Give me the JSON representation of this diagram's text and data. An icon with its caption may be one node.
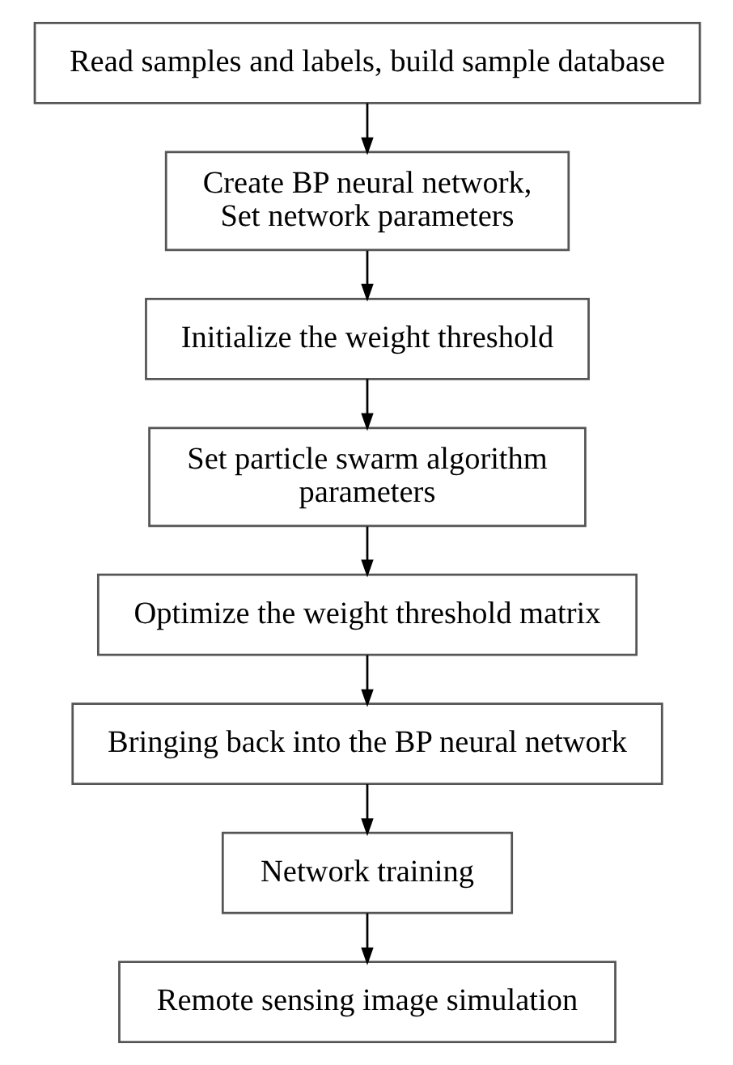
{
  "diagram": {
    "nodes": [
      {
        "text": [
          "Read samples and labels, build sample database"
        ]
      },
      {
        "text": [
          "Create BP neural network, Set network parameters"
        ]
      },
      {
        "text": [
          "Initialize the weight threshold"
        ]
      },
      {
        "text": [
          "Set particle swarm algorithm parameters"
        ]
      },
      {
        "text": [
          "Optimize the weight threshold matrix"
        ]
      },
      {
        "text": [
          "Bringing back into the BP neural network"
        ]
      },
      {
        "text": [
          "Network training"
        ]
      },
      {
        "text": [
          "Remote sensing image simulation"
        ]
      }
    ],
    "edges": [
      {
        "from": 0,
        "to": 1,
        "arrow": "to"
      },
      {
        "from": 1,
        "to": 2,
        "arrow": "to"
      },
      {
        "from": 2,
        "to": 3,
        "arrow": "to"
      },
      {
        "from": 3,
        "to": 4,
        "arrow": "to"
      },
      {
        "from": 4,
        "to": 5,
        "arrow": "to"
      },
      {
        "from": 5,
        "to": 6,
        "arrow": "to"
      },
      {
        "from": 6,
        "to": 7,
        "arrow": "to"
      }
    ]
  }
}
